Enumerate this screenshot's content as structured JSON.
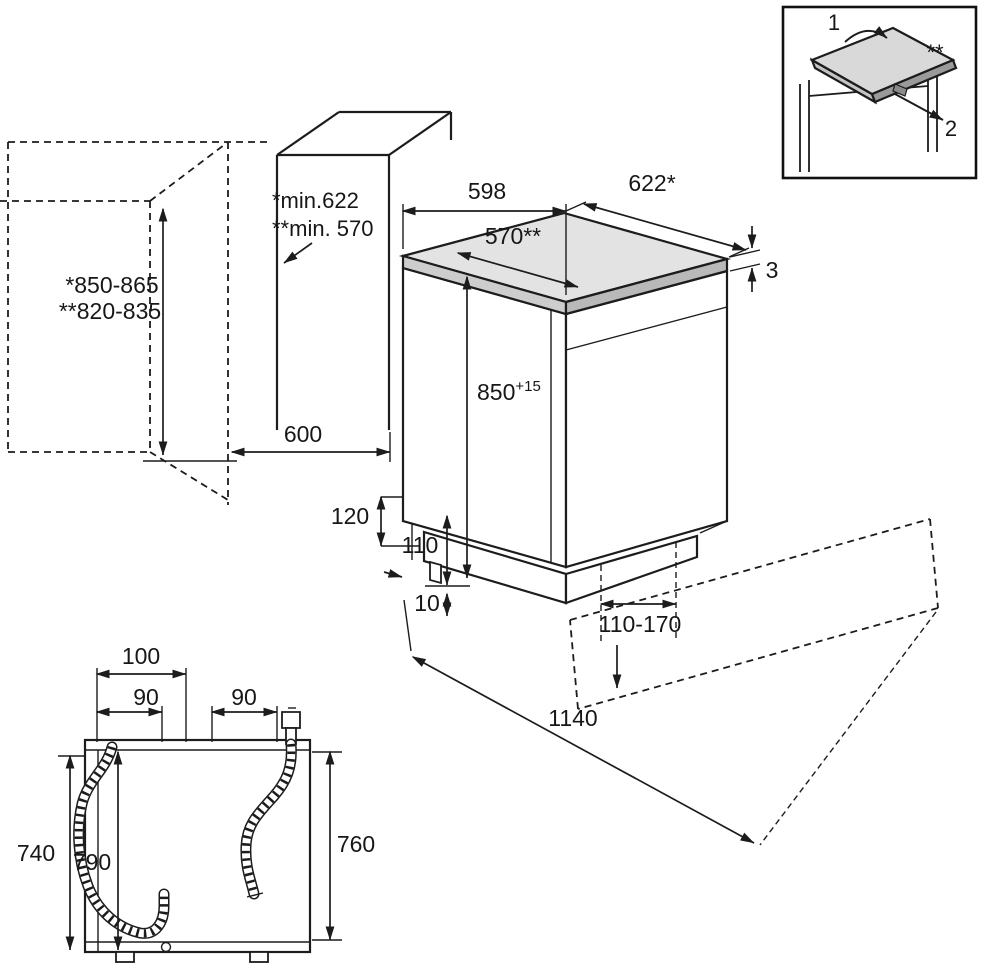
{
  "inset": {
    "step1": "1",
    "step2": "2",
    "stars": "**"
  },
  "counter": {
    "height_range_star": "*850-865",
    "height_range_doublestar": "**820-835",
    "depth": "600"
  },
  "niche": {
    "min_depth_star": "*min.622",
    "min_depth_doublestar": "**min. 570"
  },
  "appliance": {
    "width": "598",
    "depth": "622*",
    "inner_width": "570**",
    "top_gap": "3",
    "height": "850",
    "height_sup": "+15",
    "plinth_recess": "120",
    "plinth_height": "110",
    "foot_adjust": "10",
    "plinth_depth_range": "110-170",
    "open_door_depth": "1140"
  },
  "rear": {
    "drain_offset": "100",
    "left_offset": "90",
    "right_offset": "90",
    "drain_height": "740",
    "cord_height": "790",
    "inlet_height": "760"
  }
}
